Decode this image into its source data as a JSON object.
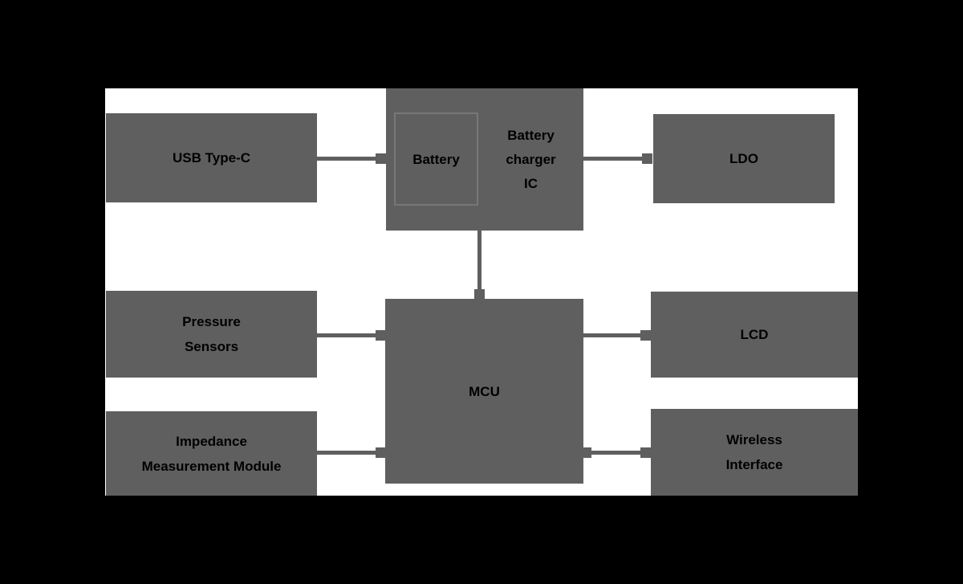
{
  "diagram": {
    "type": "hardware-block-diagram",
    "blocks": {
      "usb": {
        "label": "USB Type-C"
      },
      "battery_charger": {
        "lines": [
          "Battery",
          "charger",
          "IC"
        ]
      },
      "battery": {
        "label": "Battery"
      },
      "ldo": {
        "label": "LDO"
      },
      "pressure": {
        "lines": [
          "Pressure",
          "Sensors"
        ]
      },
      "mcu": {
        "label": "MCU"
      },
      "lcd": {
        "label": "LCD"
      },
      "impedance": {
        "lines": [
          "Impedance",
          "Measurement Module"
        ]
      },
      "wireless": {
        "lines": [
          "Wireless",
          "Interface"
        ]
      }
    },
    "connections": [
      {
        "from": "USB Type-C",
        "to": "Battery charger IC"
      },
      {
        "from": "Battery charger IC",
        "to": "LDO"
      },
      {
        "from": "Battery charger IC",
        "to": "MCU"
      },
      {
        "from": "Pressure Sensors",
        "to": "MCU"
      },
      {
        "from": "MCU",
        "to": "LCD"
      },
      {
        "from": "Impedance Measurement Module",
        "to": "MCU"
      },
      {
        "from": "MCU",
        "to": "Wireless Interface"
      }
    ],
    "colors": {
      "page_background": "#000000",
      "canvas_background": "#ffffff",
      "block_fill": "#5f5f5f",
      "connector": "#5f5f5f",
      "battery_outline": "#777777",
      "label_text": "#000000"
    }
  }
}
